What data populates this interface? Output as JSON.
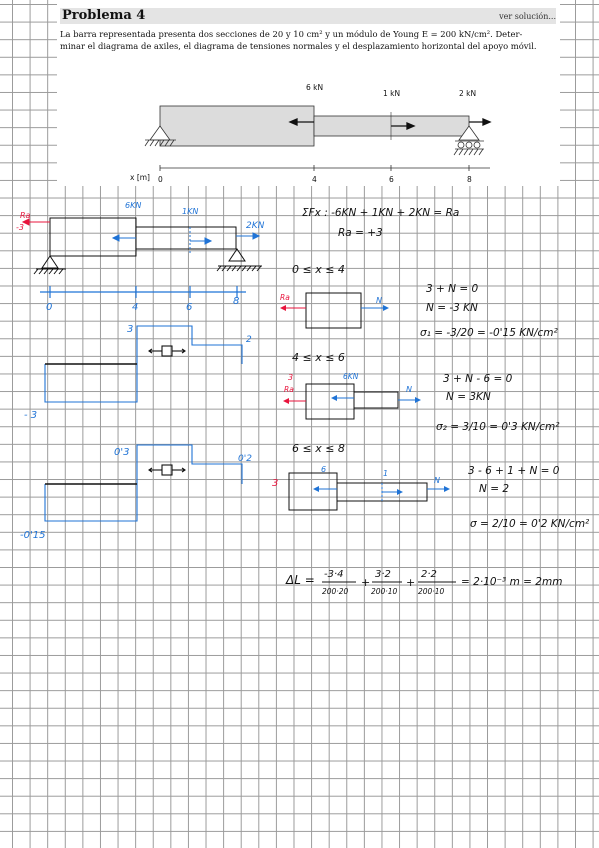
{
  "problem": {
    "title": "Problema 4",
    "solution_link": "ver solución...",
    "statement_line1": "La barra representada presenta dos secciones de 20 y 10 cm² y un módulo de Young E = 200 kN/cm². Deter-",
    "statement_line2": "minar el diagrama de axiles, el diagrama de tensiones normales y el desplazamiento horizontal del apoyo móvil."
  },
  "figure": {
    "loads": [
      "6 kN",
      "1 kN",
      "2 kN"
    ],
    "axis_label": "x [m]",
    "ticks": [
      "0",
      "4",
      "6",
      "8"
    ]
  },
  "handwriting": {
    "sketch": {
      "loads": [
        "6KN",
        "1KN",
        "2KN"
      ],
      "reaction": "Ra",
      "reaction_value": "-3",
      "ticks": [
        "0",
        "4",
        "6",
        "8"
      ]
    },
    "equilibrium": {
      "line1": "ΣFx : -6KN + 1KN + 2KN = Ra",
      "line2": "Ra = +3"
    },
    "axial_diagram": {
      "top": "3",
      "right": "2",
      "bottom": "- 3"
    },
    "stress_diagram": {
      "top": "0'3",
      "right": "0'2",
      "bottom": "-0'15"
    },
    "section1": {
      "range": "0 ≤ x ≤ 4",
      "reaction": "Ra",
      "axial": "N",
      "eq1": "3 + N = 0",
      "eq2": "N = -3 KN",
      "eq3": "σ₁ = -3/20 = -0'15 KN/cm²"
    },
    "section2": {
      "range": "4 ≤ x ≤ 6",
      "force": "6KN",
      "value3": "3",
      "reaction": "Ra",
      "axial": "N",
      "eq1": "3 + N - 6 = 0",
      "eq2": "N = 3KN",
      "eq3": "σ₂ = 3/10 = 0'3 KN/cm²"
    },
    "section3": {
      "range": "6 ≤ x ≤ 8",
      "value3": "3",
      "force6": "6",
      "force1": "1",
      "axial": "N",
      "eq1": "3 - 6 + 1 + N = 0",
      "eq2": "N = 2",
      "eq3": "σ = 2/10 = 0'2 KN/cm²"
    },
    "displacement": {
      "prefix": "ΔL = ",
      "t1n": "-3·4",
      "t1d": "200·20",
      "t2n": "3·2",
      "t2d": "200·10",
      "t3n": "2·2",
      "t3d": "200·10",
      "result": "= 2·10⁻³ m = 2mm"
    }
  },
  "colors": {
    "ink": "#111111",
    "blue": "#1f73d6",
    "red": "#e8143c",
    "grid": "#9a9a9a"
  }
}
